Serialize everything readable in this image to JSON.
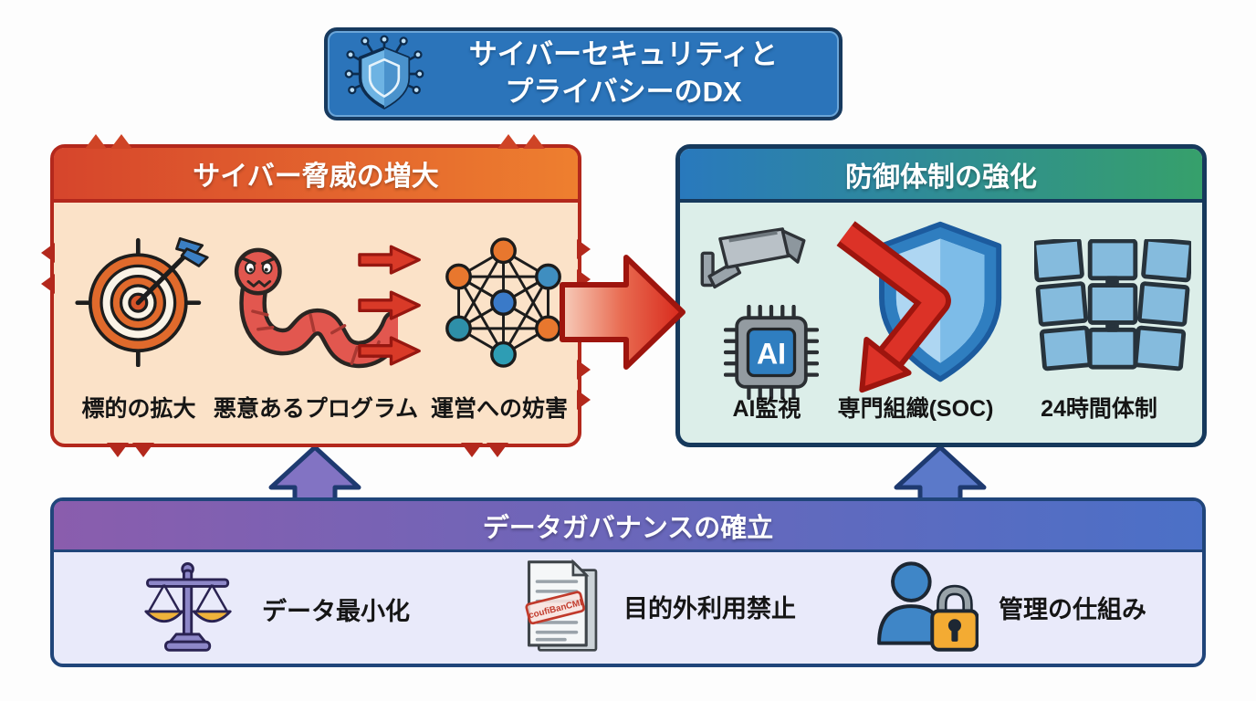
{
  "title": {
    "line1": "サイバーセキュリティと",
    "line2": "プライバシーのDX",
    "icon": "shield-circuit-icon"
  },
  "threat": {
    "header": "サイバー脅威の増大",
    "items": [
      {
        "icon": "target-arrow-icon",
        "label": "標的の拡大"
      },
      {
        "icon": "worm-malware-icon",
        "label": "悪意あるプログラム"
      },
      {
        "icon": "network-graph-icon",
        "label": "運営への妨害"
      }
    ]
  },
  "defense": {
    "header": "防御体制の強化",
    "chip_text": "AI",
    "items": [
      {
        "icon": "camera-ai-chip-icon",
        "label": "AI監視"
      },
      {
        "icon": "shield-deflect-arrow-icon",
        "label": "専門組織(SOC)"
      },
      {
        "icon": "monitor-wall-icon",
        "label": "24時間体制"
      }
    ]
  },
  "governance": {
    "header": "データガバナンスの確立",
    "items": [
      {
        "icon": "balance-scales-icon",
        "label": "データ最小化"
      },
      {
        "icon": "stamped-document-icon",
        "label": "目的外利用禁止",
        "stamp_text": "coufiBanCMl"
      },
      {
        "icon": "person-lock-icon",
        "label": "管理の仕組み"
      }
    ]
  },
  "colors": {
    "title_bg": "#2b74ba",
    "threat_header_from": "#d6452c",
    "threat_header_to": "#ee7f2f",
    "threat_body": "#fbe2c8",
    "threat_border": "#b3281c",
    "defense_header_from": "#2979bd",
    "defense_header_to": "#36a06b",
    "defense_body": "#dceee9",
    "defense_border": "#16395c",
    "gov_header_from": "#8a5dad",
    "gov_header_to": "#4b70c7",
    "gov_body": "#e9eafa",
    "big_arrow_red": "#d8281b",
    "up_arrow_left": "#8273c3",
    "up_arrow_right": "#5b79c9"
  }
}
